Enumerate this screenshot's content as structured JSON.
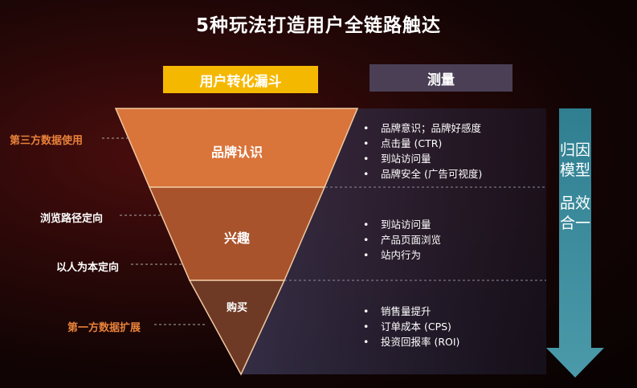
{
  "title": "5种玩法打造用户全链路触达",
  "headers": {
    "funnel": "用户转化漏斗",
    "measure": "测量"
  },
  "stages": [
    {
      "label": "品牌认识",
      "measures": [
        "品牌意识；品牌好感度",
        "点击量 (CTR)",
        "到站访问量",
        "品牌安全 (广告可视度)"
      ]
    },
    {
      "label": "兴趣",
      "measures": [
        "到站访问量",
        "产品页面浏览",
        "站内行为"
      ]
    },
    {
      "label": "购买",
      "measures": [
        "销售量提升",
        "订单成本 (CPS)",
        "投资回报率 (ROI)"
      ]
    }
  ],
  "side_labels": {
    "third_party": "第三方数据使用",
    "browse_path": "浏览路径定向",
    "person_based": "以人为本定向",
    "first_party": "第一方数据扩展"
  },
  "arrow": {
    "line1": "归因模型",
    "line2": "品效合一"
  },
  "colors": {
    "funnel_top": "#d9743a",
    "funnel_mid": "#a8532c",
    "funnel_bottom": "#6e3a26",
    "accent_yellow": "#f5b800",
    "accent_orange": "#e8823a",
    "arrow": "#3d8a9a"
  }
}
